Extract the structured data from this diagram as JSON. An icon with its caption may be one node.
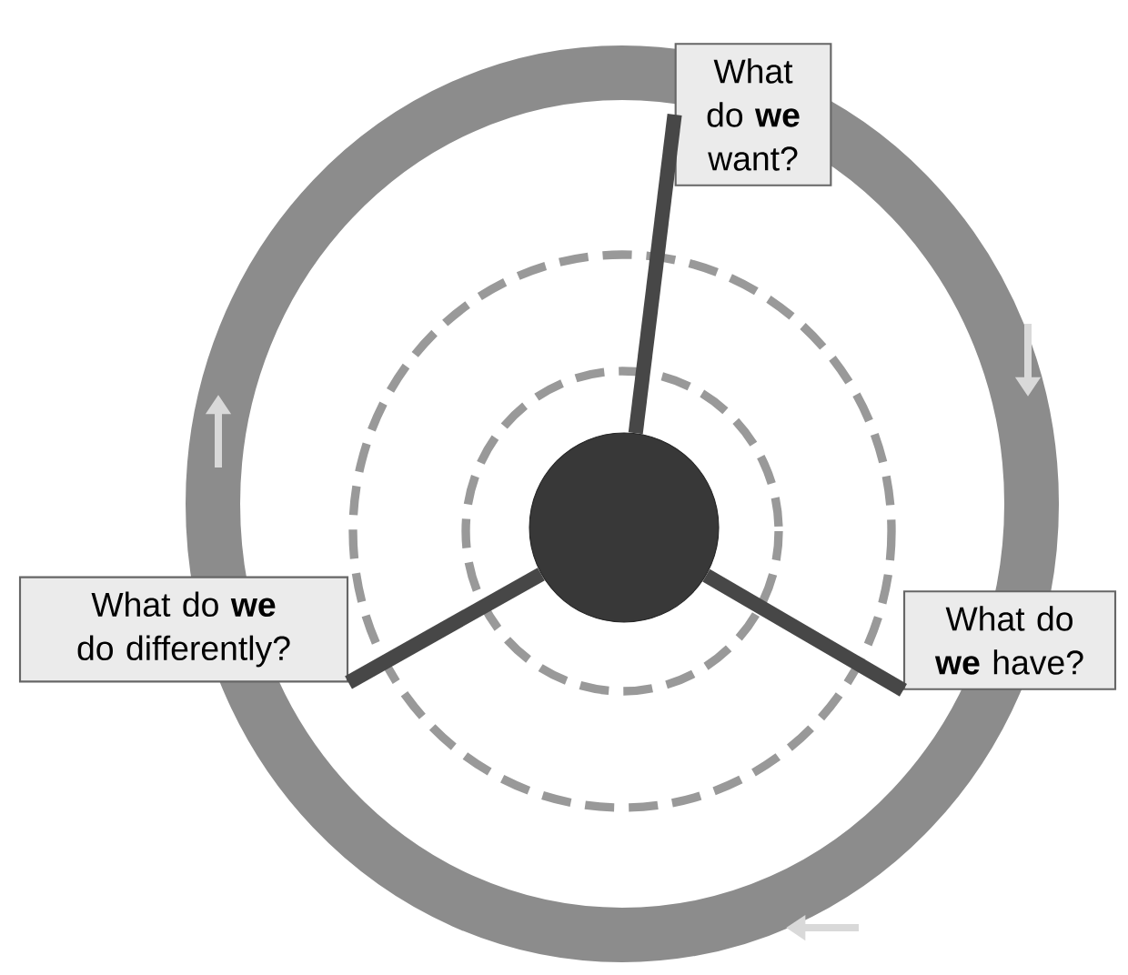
{
  "diagram": {
    "nodes": [
      {
        "text": [],
        "shape": "circle"
      },
      {
        "text": [
          "What do **we** want?"
        ]
      },
      {
        "text": [
          "What do **we** do differently?"
        ]
      },
      {
        "text": [
          "What do **we** have?"
        ]
      }
    ],
    "edges": [
      {
        "from": 0,
        "to": 1,
        "arrow": "none"
      },
      {
        "from": 0,
        "to": 2,
        "arrow": "none"
      },
      {
        "from": 0,
        "to": 3,
        "arrow": "none"
      }
    ]
  }
}
